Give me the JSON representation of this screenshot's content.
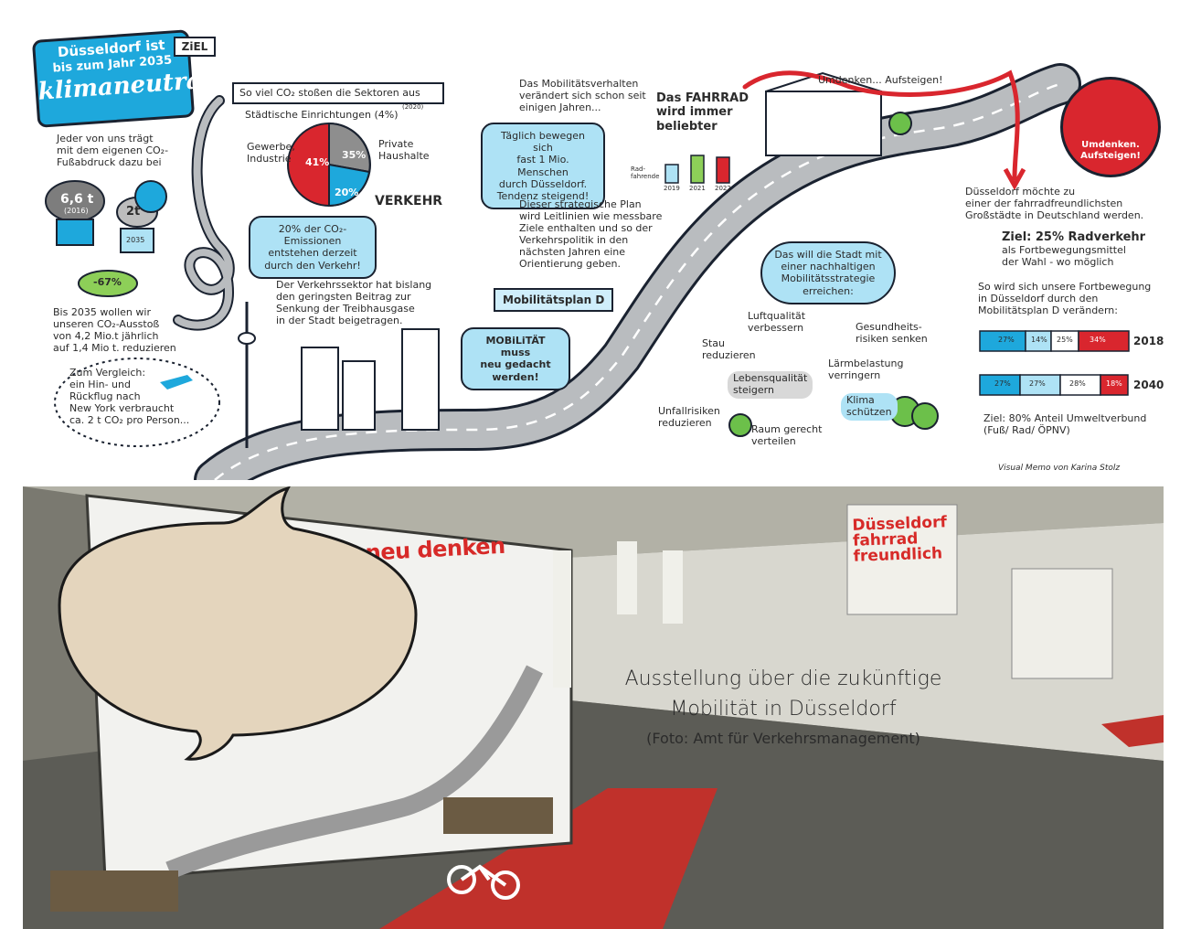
{
  "sketchnote": {
    "banner_line1": "Düsseldorf ist",
    "banner_line2": "bis zum Jahr 2035",
    "banner_line3": "klimaneutral",
    "ziel_tag": "ZiEL",
    "footprint_text": "Jeder von uns trägt\nmit dem eigenen CO₂-\nFußabdruck dazu bei",
    "cloud_6t": "6,6 t",
    "cloud_6t_year": "(2016)",
    "cloud_2t": "2t",
    "year_2035": "2035",
    "minus_67": "-67%",
    "reduction_text": "Bis 2035 wollen wir\nunseren CO₂-Ausstoß\nvon 4,2 Mio.t jährlich\nauf 1,4 Mio t. reduzieren",
    "compare_text": "Zum Vergleich:\nein Hin- und\nRückflug nach\nNew York verbraucht\nca. 2 t CO₂ pro Person...",
    "sectors_title": "So viel CO₂ stoßen die Sektoren aus",
    "sectors_year": "(2020)",
    "municipal": "Städtische Einrichtungen (4%)",
    "industry": "Gewerbe,\nIndustrie",
    "private": "Private\nHaushalte",
    "pct_41": "41%",
    "pct_35": "35%",
    "pct_20": "20%",
    "verkehr": "VERKEHR",
    "emissions_text": "20% der CO₂-Emissionen\nentstehen derzeit\ndurch den Verkehr!",
    "traffic_sector_text": "Der Verkehrssektor hat bislang\nden geringsten Beitrag zur\nSenkung der Treibhausgase\nin der Stadt beigetragen.",
    "mobility_change_text": "Das Mobilitätsverhalten\nverändert sich schon seit\neinigen Jahren...",
    "daily_text": "Täglich bewegen sich\nfast 1 Mio. Menschen\ndurch Düsseldorf.\nTendenz steigend!",
    "bike_popular": "Das FAHRRAD\nwird immer\nbeliebter",
    "bike_years": [
      "2019",
      "2021",
      "2022"
    ],
    "radfahrende": "Rad-\nfahrende",
    "strategic_plan_text": "Dieser strategische Plan\nwird Leitlinien wie messbare\nZiele enthalten und so der\nVerkehrspolitik in den\nnächsten Jahren eine\nOrientierung geben.",
    "mobilitaetsplan": "Mobilitätsplan D",
    "rethink": "MOBiLiTÄT muss\nneu gedacht\nwerden!",
    "umdenken_road": "Umdenken... Aufsteigen!",
    "circle_caption": "Umdenken.\nAufsteigen!",
    "city_goal_text": "Düsseldorf möchte zu\neiner der fahrradfreundlichsten\nGroßstädte in Deutschland werden.",
    "goal_25": "Ziel: 25% Radverkehr",
    "goal_25_sub": "als Fortbewegungsmittel\nder Wahl - wo möglich",
    "change_text": "So wird sich unsere Fortbewegung\nin Düsseldorf durch den\nMobilitätsplan D verändern:",
    "split_2018": [
      "27%",
      "14%",
      "25%",
      "34%"
    ],
    "split_2040": [
      "27%",
      "27%",
      "28%",
      "18%"
    ],
    "year_2018": "2018",
    "year_2040": "2040",
    "goal_80": "Ziel: 80% Anteil Umweltverbund\n(Fuß/ Rad/ ÖPNV)",
    "strategy_cloud": "Das will die Stadt mit\neiner nachhaltigen\nMobilitätsstrategie\nerreichen:",
    "b_air": "Luftqualität\nverbessern",
    "b_health": "Gesundheits-\nrisiken senken",
    "b_jam": "Stau\nreduzieren",
    "b_noise": "Lärmbelastung\nverringern",
    "b_quality": "Lebensqualität\nsteigern",
    "b_climate": "Klima\nschützen",
    "b_accidents": "Unfallrisiken\nreduzieren",
    "b_space": "Raum gerecht\nverteilen",
    "credit": "Visual Memo von Karina Stolz"
  },
  "photo": {
    "banner_title": "Mobilität neu denken",
    "panel_title": "Düsseldorf\nfahrrad\nfreundlich",
    "caption_line1": "Ausstellung über die zukünftige",
    "caption_line2": "Mobilität in Düsseldorf",
    "caption_credit": "(Foto: Amt für Verkehrsmanagement)"
  },
  "colors": {
    "accent_red": "#d9262e",
    "accent_blue": "#1ea8dc",
    "light_blue": "#aee2f5",
    "speech_fill": "#e4d5bd",
    "road_grey": "#b9bcbf"
  }
}
